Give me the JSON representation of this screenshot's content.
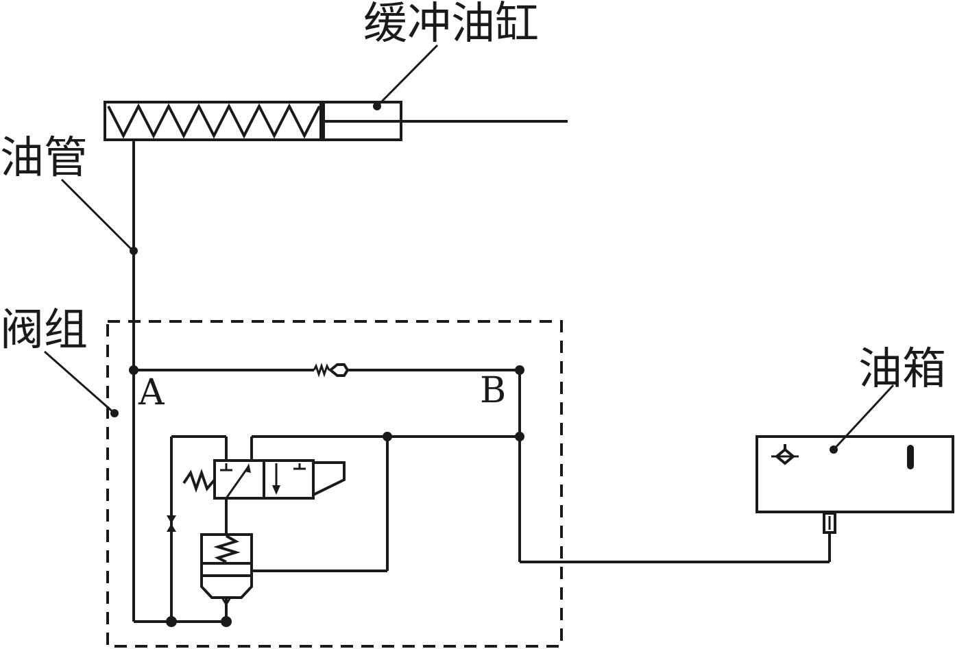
{
  "labels": {
    "cylinder": "缓冲油缸",
    "pipe": "油管",
    "valve_group": "阀组",
    "tank": "油箱",
    "port_a": "A",
    "port_b": "B"
  },
  "colors": {
    "line": "#1a1a1a",
    "background": "#ffffff"
  }
}
